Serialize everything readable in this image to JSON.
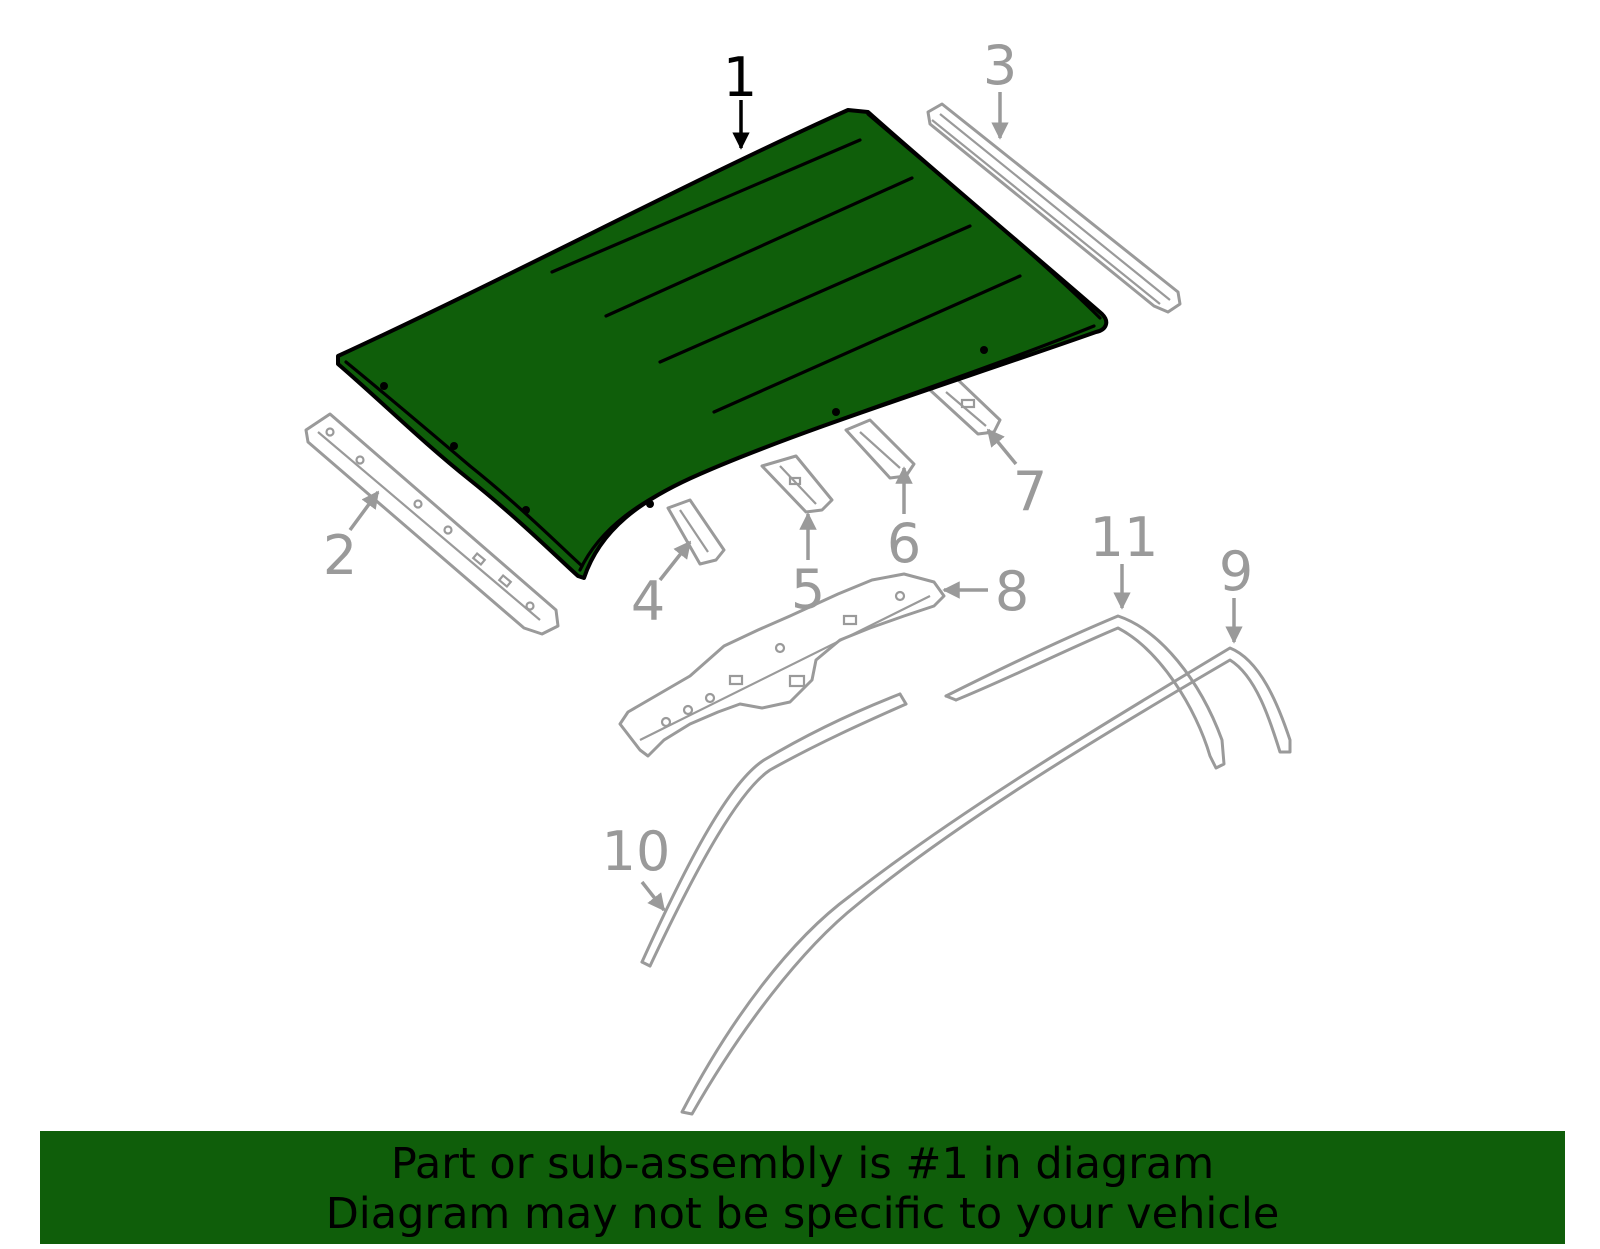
{
  "colors": {
    "highlight": "#0f5e0a",
    "outline": "#000000",
    "other_parts": "#9a9a9a",
    "background": "#ffffff"
  },
  "callouts": [
    {
      "id": "1",
      "label": "1",
      "highlighted": true
    },
    {
      "id": "2",
      "label": "2",
      "highlighted": false
    },
    {
      "id": "3",
      "label": "3",
      "highlighted": false
    },
    {
      "id": "4",
      "label": "4",
      "highlighted": false
    },
    {
      "id": "5",
      "label": "5",
      "highlighted": false
    },
    {
      "id": "6",
      "label": "6",
      "highlighted": false
    },
    {
      "id": "7",
      "label": "7",
      "highlighted": false
    },
    {
      "id": "8",
      "label": "8",
      "highlighted": false
    },
    {
      "id": "9",
      "label": "9",
      "highlighted": false
    },
    {
      "id": "10",
      "label": "10",
      "highlighted": false
    },
    {
      "id": "11",
      "label": "11",
      "highlighted": false
    }
  ],
  "banner": {
    "line1": "Part or sub-assembly is #1 in diagram",
    "line2": "Diagram may not be specific to your vehicle"
  }
}
